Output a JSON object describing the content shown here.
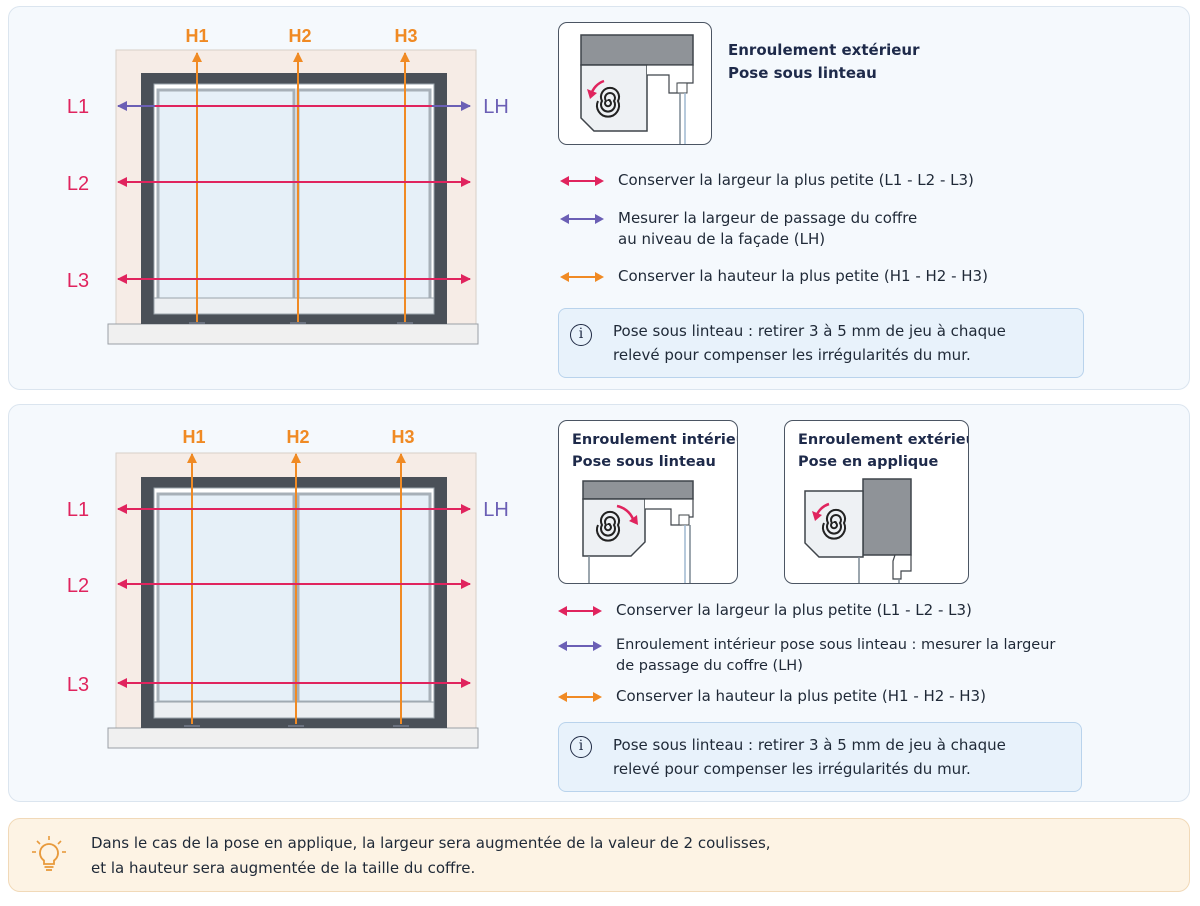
{
  "colors": {
    "width_arrow": "#e0245e",
    "passage_arrow": "#6b5fb5",
    "height_arrow": "#f08a24",
    "frame": "#4a5058",
    "glass": "#e6f0f8",
    "wall": "#f6ece6"
  },
  "icons": {
    "info": "info-circle-icon",
    "note": "lightbulb-icon"
  },
  "section1": {
    "labels": {
      "h1": "H1",
      "h2": "H2",
      "h3": "H3",
      "l1": "L1",
      "l2": "L2",
      "l3": "L3",
      "lh": "LH"
    },
    "card": {
      "title_line1": "Enroulement extérieur",
      "title_line2": "Pose sous linteau"
    },
    "legend": [
      {
        "line1": "Conserver la largeur la plus petite (L1 - L2 - L3)",
        "line2": ""
      },
      {
        "line1": "Mesurer la largeur de passage du coffre",
        "line2": "au niveau de la façade (LH)"
      },
      {
        "line1": "Conserver la hauteur la plus petite (H1 - H2 - H3)",
        "line2": ""
      }
    ],
    "info": {
      "icon_glyph": "i",
      "line1": "Pose sous linteau : retirer 3 à 5 mm de jeu à chaque",
      "line2": "relevé pour compenser les irrégularités du mur."
    }
  },
  "section2": {
    "labels": {
      "h1": "H1",
      "h2": "H2",
      "h3": "H3",
      "l1": "L1",
      "l2": "L2",
      "l3": "L3",
      "lh": "LH"
    },
    "card_a": {
      "title_line1": "Enroulement intérieur",
      "title_line2": "Pose sous linteau"
    },
    "card_b": {
      "title_line1": "Enroulement extérieur",
      "title_line2": "Pose en applique"
    },
    "legend": [
      {
        "line1": "Conserver la largeur la plus petite (L1 - L2 - L3)",
        "line2": ""
      },
      {
        "line1": "Enroulement intérieur pose sous linteau : mesurer la largeur",
        "line2": "de passage du coffre (LH)"
      },
      {
        "line1": "Conserver la hauteur la plus petite (H1 - H2 - H3)",
        "line2": ""
      }
    ],
    "info": {
      "icon_glyph": "i",
      "line1": "Pose sous linteau : retirer 3 à 5 mm de jeu à chaque",
      "line2": "relevé pour compenser les irrégularités du mur."
    }
  },
  "note": {
    "line1": "Dans le cas de la pose en applique, la largeur sera augmentée de la valeur de 2 coulisses,",
    "line2": "et la hauteur sera augmentée de la taille du coffre."
  }
}
